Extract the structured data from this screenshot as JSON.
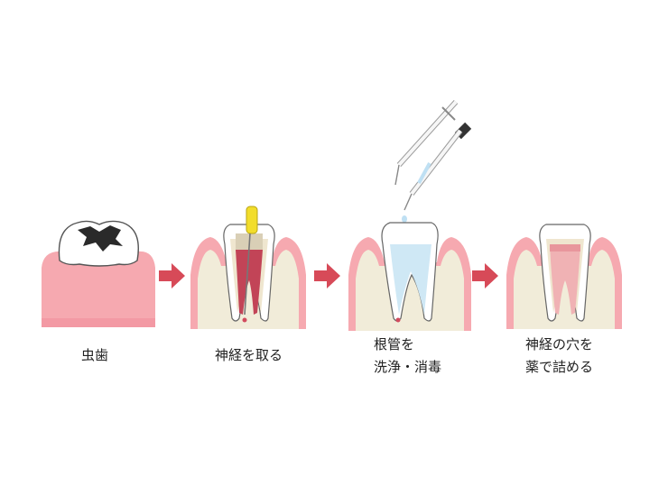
{
  "steps": [
    {
      "id": "cavity",
      "label_lines": [
        "虫歯"
      ]
    },
    {
      "id": "remove-nerve",
      "label_lines": [
        "神経を取る"
      ]
    },
    {
      "id": "clean",
      "label_lines": [
        "根管を",
        "洗浄・消毒"
      ]
    },
    {
      "id": "fill",
      "label_lines": [
        "神経の穴を",
        "薬で詰める"
      ]
    }
  ],
  "colors": {
    "gum": "#f6a9b0",
    "gum_edge": "#e8707d",
    "gum_light": "#fbd3d6",
    "enamel": "#ffffff",
    "dentin": "#f1ecd9",
    "pulp": "#d24b5e",
    "pulp_light": "#f0b2b4",
    "decay": "#2a2a2a",
    "arrow": "#d74a58",
    "wash": "#cfe8f5",
    "file_handle": "#f2dd2b"
  }
}
